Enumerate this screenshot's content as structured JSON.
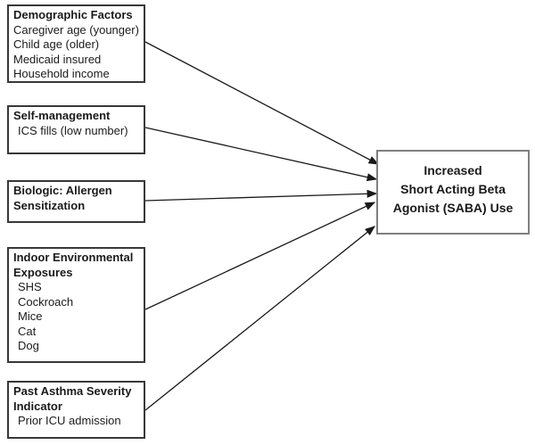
{
  "diagram": {
    "type": "factor-outcome-flow-diagram",
    "factors": [
      {
        "id": "demographic-factors",
        "title": "Demographic Factors",
        "items": [
          "Caregiver age (younger)",
          "Child age (older)",
          "Medicaid insured",
          "Household income"
        ]
      },
      {
        "id": "self-management",
        "title": "Self-management",
        "items": [
          "ICS fills (low number)"
        ]
      },
      {
        "id": "biologic-allergen-sensitization",
        "title": "Biologic: Allergen Sensitization",
        "items": []
      },
      {
        "id": "indoor-environmental-exposures",
        "title": "Indoor Environmental Exposures",
        "items": [
          "SHS",
          "Cockroach",
          "Mice",
          "Cat",
          "Dog"
        ]
      },
      {
        "id": "past-asthma-severity-indicator",
        "title": "Past Asthma Severity Indicator",
        "items": [
          "Prior ICU admission"
        ]
      }
    ],
    "outcome": {
      "id": "saba-use",
      "lines": [
        "Increased",
        "Short Acting Beta",
        "Agonist (SABA) Use"
      ]
    },
    "edges": [
      {
        "from": "demographic-factors",
        "to": "saba-use"
      },
      {
        "from": "self-management",
        "to": "saba-use"
      },
      {
        "from": "biologic-allergen-sensitization",
        "to": "saba-use"
      },
      {
        "from": "indoor-environmental-exposures",
        "to": "saba-use"
      },
      {
        "from": "past-asthma-severity-indicator",
        "to": "saba-use"
      }
    ]
  },
  "colors": {
    "background": "#ffffff",
    "factor_border": "#383838",
    "outcome_border": "#7f7f7f",
    "text": "#1a1a1a",
    "arrow": "#1a1a1a"
  }
}
